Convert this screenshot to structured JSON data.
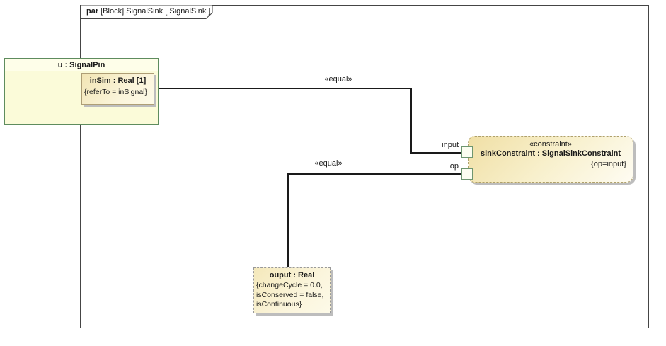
{
  "frame": {
    "kind": "par",
    "title": "[Block] SignalSink [ SignalSink ]"
  },
  "signal_pin_block": {
    "title": "u : SignalPin",
    "pin": {
      "title": "inSim : Real [1]",
      "property": "{referTo = inSignal}"
    }
  },
  "constraint_block": {
    "stereotype": "«constraint»",
    "title": "sinkConstraint : SignalSinkConstraint",
    "property": "{op=input}",
    "ports": {
      "input": "input",
      "op": "op"
    }
  },
  "ouput_block": {
    "title": "ouput : Real",
    "properties": [
      "{changeCycle = 0.0,",
      "isConserved = false,",
      "isContinuous}"
    ]
  },
  "connectors": {
    "equal_input": {
      "stereotype": "«equal»"
    },
    "equal_op": {
      "stereotype": "«equal»"
    }
  },
  "colors": {
    "frame_border": "#454545",
    "green_border": "#5E8C5E",
    "pale_yellow_fill": "#FBFBD9",
    "tan_gradient_start": "#F0DFA5",
    "tan_gradient_end": "#FEFCF2",
    "shadow": "#BDBDBD",
    "connector_line": "#1A1A1A"
  }
}
